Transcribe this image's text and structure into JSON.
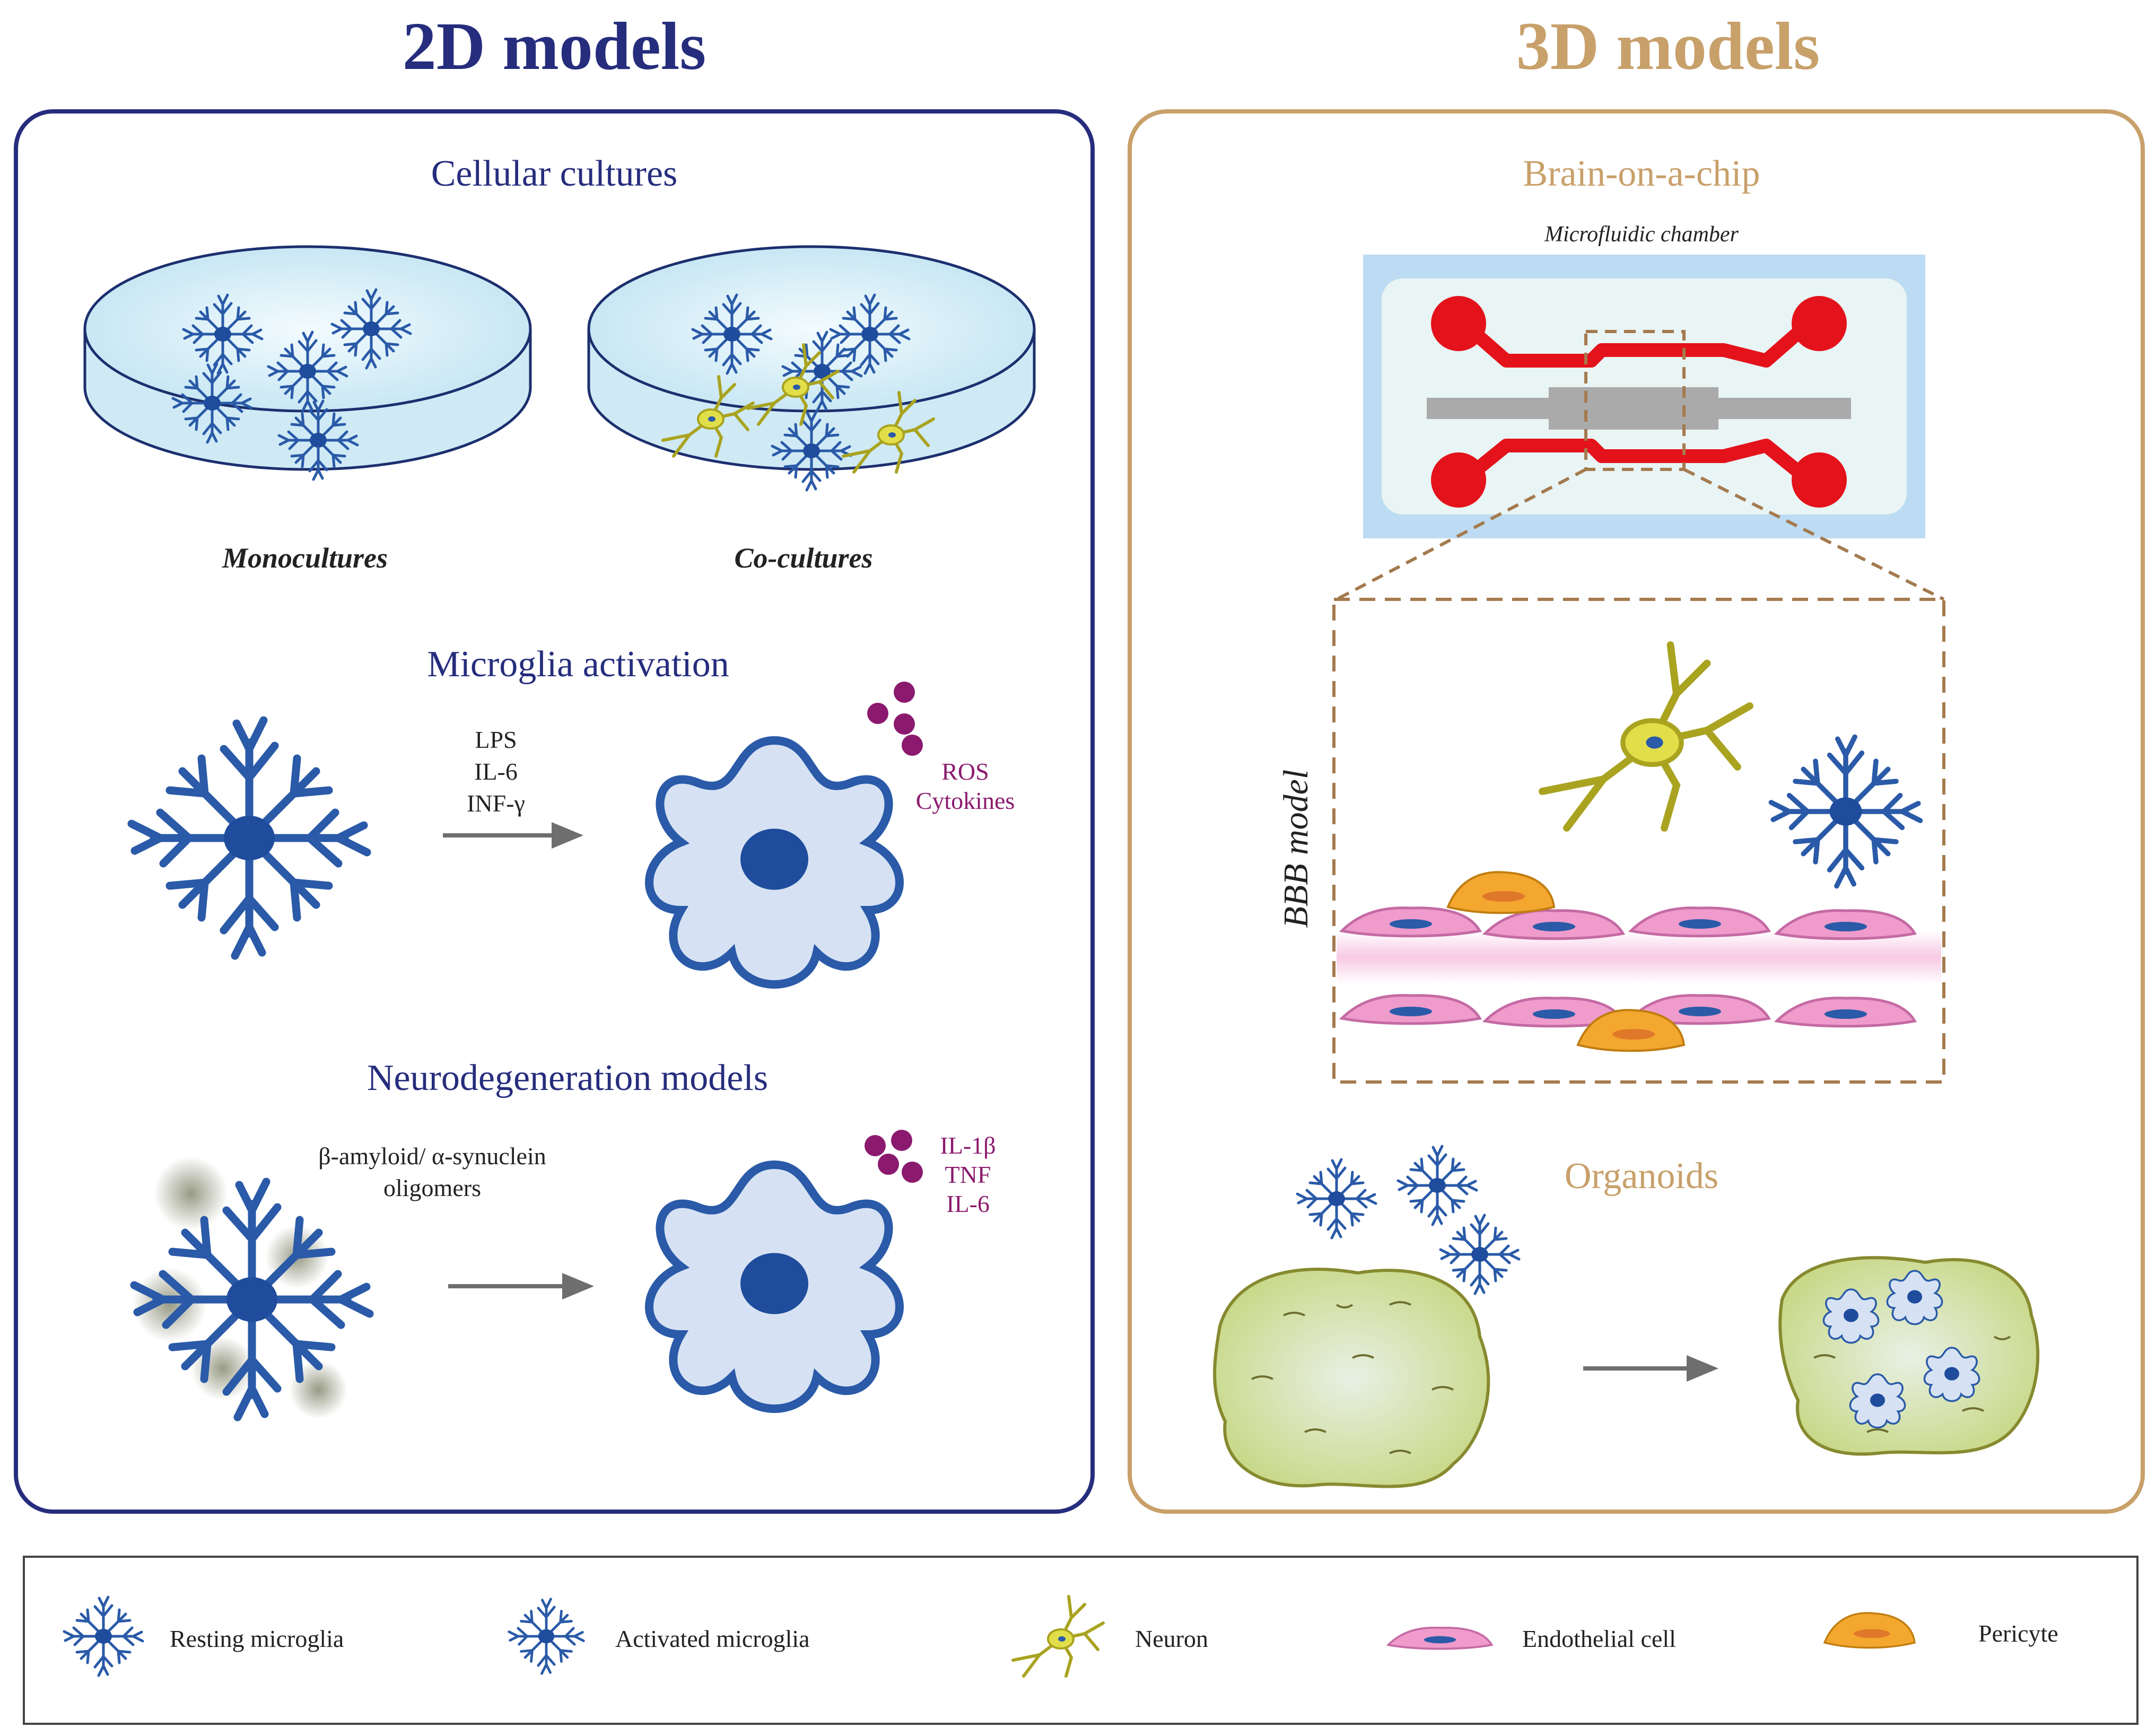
{
  "panels": {
    "left_title": "2D models",
    "right_title": "3D models"
  },
  "left": {
    "cellular_cultures": {
      "heading": "Cellular cultures",
      "monocultures_label": "Monocultures",
      "cocultures_label": "Co-cultures"
    },
    "microglia_activation": {
      "heading": "Microglia activation",
      "stimuli": [
        "LPS",
        "IL-6",
        "INF-γ"
      ],
      "outputs": [
        "ROS",
        "Cytokines"
      ]
    },
    "neurodegeneration": {
      "heading": "Neurodegeneration models",
      "stimulus_line1": "β-amyloid/ α-synuclein",
      "stimulus_line2": "oligomers",
      "outputs": [
        "IL-1β",
        "TNF",
        "IL-6"
      ]
    }
  },
  "right": {
    "brain_on_chip": {
      "heading": "Brain-on-a-chip",
      "chamber_label": "Microfluidic chamber",
      "bbb_label": "BBB model"
    },
    "organoids": {
      "heading": "Organoids"
    }
  },
  "legend": {
    "items": [
      {
        "label": "Resting microglia",
        "icon": "resting-microglia-icon"
      },
      {
        "label": "Activated microglia",
        "icon": "activated-microglia-icon"
      },
      {
        "label": "Neuron",
        "icon": "neuron-icon"
      },
      {
        "label": "Endothelial cell",
        "icon": "endothelial-cell-icon"
      },
      {
        "label": "Pericyte",
        "icon": "pericyte-icon"
      }
    ]
  },
  "colors": {
    "navy": "#262d7d",
    "tan": "#c8a06a",
    "purple": "#8b1a6e",
    "chip_red": "#e3121b",
    "microglia_blue": "#2a5aa8",
    "neuron_yellow": "#d6d13a",
    "endothelial_pink": "#e98fc3",
    "pericyte_orange": "#f3a72e",
    "organoid_green": "#c9d98a"
  }
}
